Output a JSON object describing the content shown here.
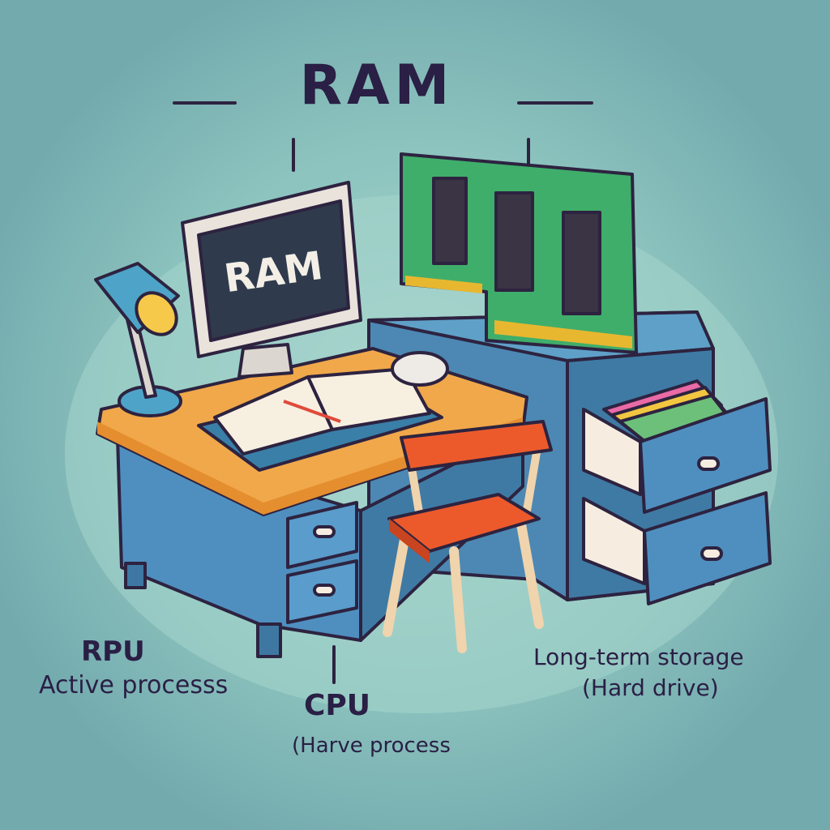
{
  "title": "RAM",
  "monitor_screen_text": "RAM",
  "labels": {
    "left_title": "RPU",
    "left_sub": "Active processs",
    "center_title": "CPU",
    "center_sub": "(Harve process",
    "right_title": "Long-term storage",
    "right_sub": "(Hard drive)"
  },
  "colors": {
    "background": "#7db5b3",
    "desk_top": "#f0a84a",
    "desk_body": "#4f8fb8",
    "ram_board": "#3fae6a",
    "chair": "#ec5a2c",
    "text": "#2a1f45"
  }
}
